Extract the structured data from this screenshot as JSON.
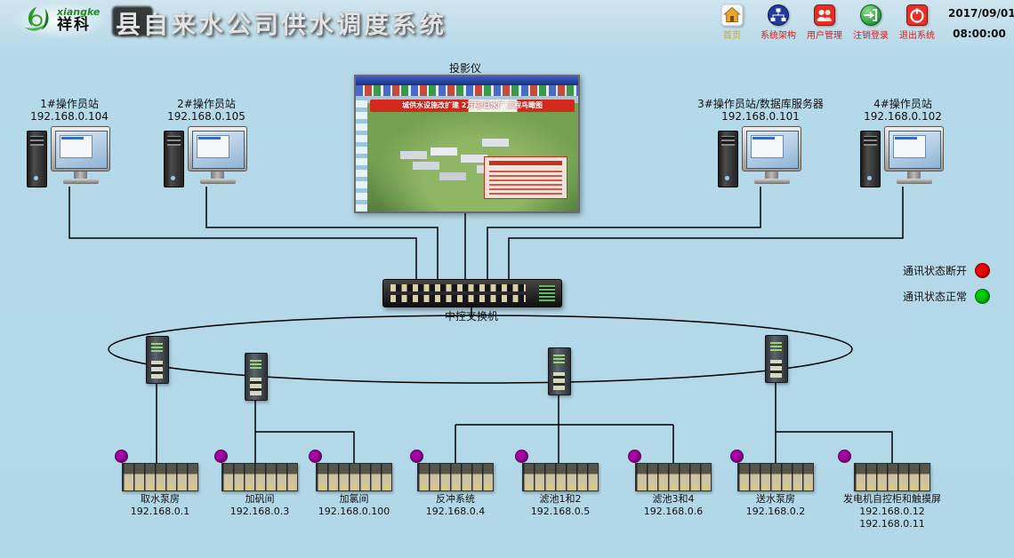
{
  "header": {
    "logo": {
      "brand": "xiangke",
      "name": "祥科"
    },
    "title": "县自来水公司供水调度系统",
    "nav": [
      {
        "label": "首页"
      },
      {
        "label": "系统架构"
      },
      {
        "label": "用户管理"
      },
      {
        "label": "注销登录"
      },
      {
        "label": "退出系统"
      }
    ],
    "date": "2017/09/01",
    "time": "08:00:00"
  },
  "projector": {
    "label": "投影仪",
    "banner": "城供水设施改扩建 2万吨/日水厂 工程鸟瞰图"
  },
  "operator_stations": [
    {
      "name": "1#操作员站",
      "ip": "192.168.0.104"
    },
    {
      "name": "2#操作员站",
      "ip": "192.168.0.105"
    },
    {
      "name": "3#操作员站/数据库服务器",
      "ip": "192.168.0.101"
    },
    {
      "name": "4#操作员站",
      "ip": "192.168.0.102"
    }
  ],
  "central_switch": {
    "label": "中控交换机"
  },
  "legend": [
    {
      "label": "通讯状态断开",
      "color": "#ee0000"
    },
    {
      "label": "通讯状态正常",
      "color": "#00cc00"
    }
  ],
  "plc_stations": [
    {
      "name": "取水泵房",
      "ip": "192.168.0.1"
    },
    {
      "name": "加矾间",
      "ip": "192.168.0.3"
    },
    {
      "name": "加氯间",
      "ip": "192.168.0.100"
    },
    {
      "name": "反冲系统",
      "ip": "192.168.0.4"
    },
    {
      "name": "滤池1和2",
      "ip": "192.168.0.5"
    },
    {
      "name": "滤池3和4",
      "ip": "192.168.0.6"
    },
    {
      "name": "送水泵房",
      "ip": "192.168.0.2"
    },
    {
      "name": "发电机自控柜和触摸屏",
      "ip": "192.168.0.12",
      "ip2": "192.168.0.11"
    }
  ],
  "indicator_color": "#a800a8"
}
